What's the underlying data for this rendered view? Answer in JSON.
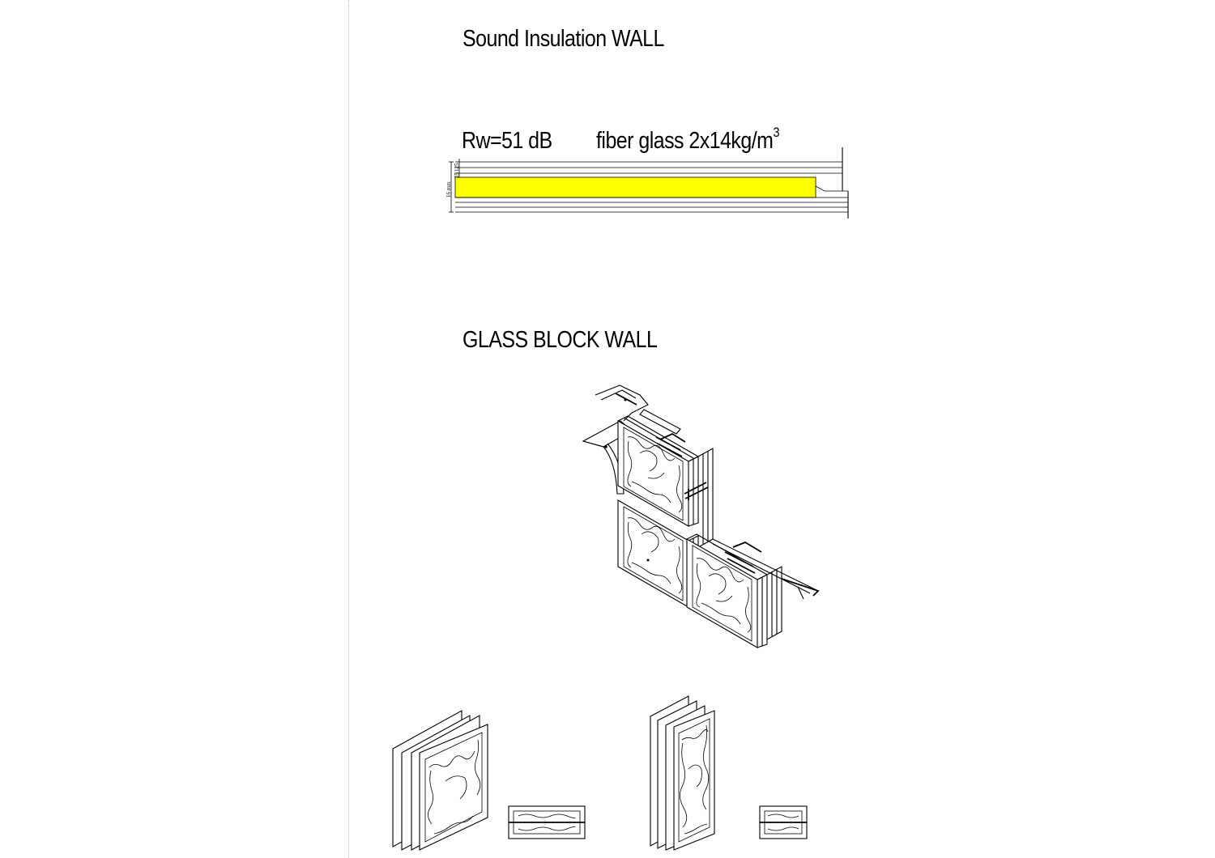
{
  "titles": {
    "sound": "Sound Insulation WALL",
    "glass": "GLASS BLOCK WALL"
  },
  "section": {
    "rating": "Rw=51 dB",
    "material": "fiber glass 2x14kg/m",
    "material_superscript": "3",
    "fill_color": "#ffff00",
    "dim_labels": [
      "125",
      "25",
      "16 mm"
    ]
  },
  "icons": {
    "wall_section": "wall-section-drawing",
    "glass_wall": "isometric-glass-block-wall",
    "block_a": "glass-block-square",
    "block_b": "glass-block-tall"
  }
}
